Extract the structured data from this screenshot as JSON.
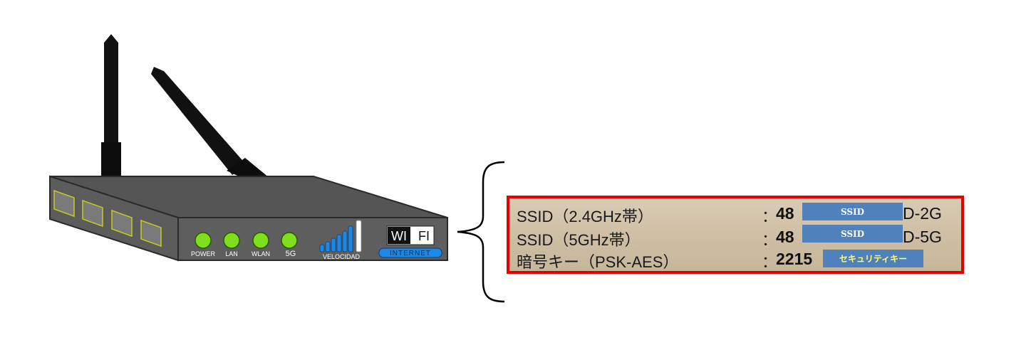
{
  "router": {
    "leds": [
      "POWER",
      "LAN",
      "WLAN",
      "5G"
    ],
    "speed_label": "VELOCIDAD",
    "wifi_left": "WI",
    "wifi_right": "FI",
    "internet_label": "INTERNET"
  },
  "label": {
    "rows": [
      {
        "name": "SSID（2.4GHz帯）",
        "colon": "：",
        "prefix": "48",
        "mask": "SSID",
        "suffix": "D-2G"
      },
      {
        "name": "SSID（5GHz帯）",
        "colon": "：",
        "prefix": "48",
        "mask": "SSID",
        "suffix": "D-5G"
      },
      {
        "name": "暗号キー（PSK-AES）",
        "colon": "：",
        "prefix": "2215",
        "mask": "セキュリティキー",
        "suffix": ""
      }
    ]
  },
  "colors": {
    "highlight_border": "#e60000",
    "mask_fill": "#4f81bd",
    "led_green": "#7ee01c",
    "speed_bar_blue": "#1e88e5"
  }
}
